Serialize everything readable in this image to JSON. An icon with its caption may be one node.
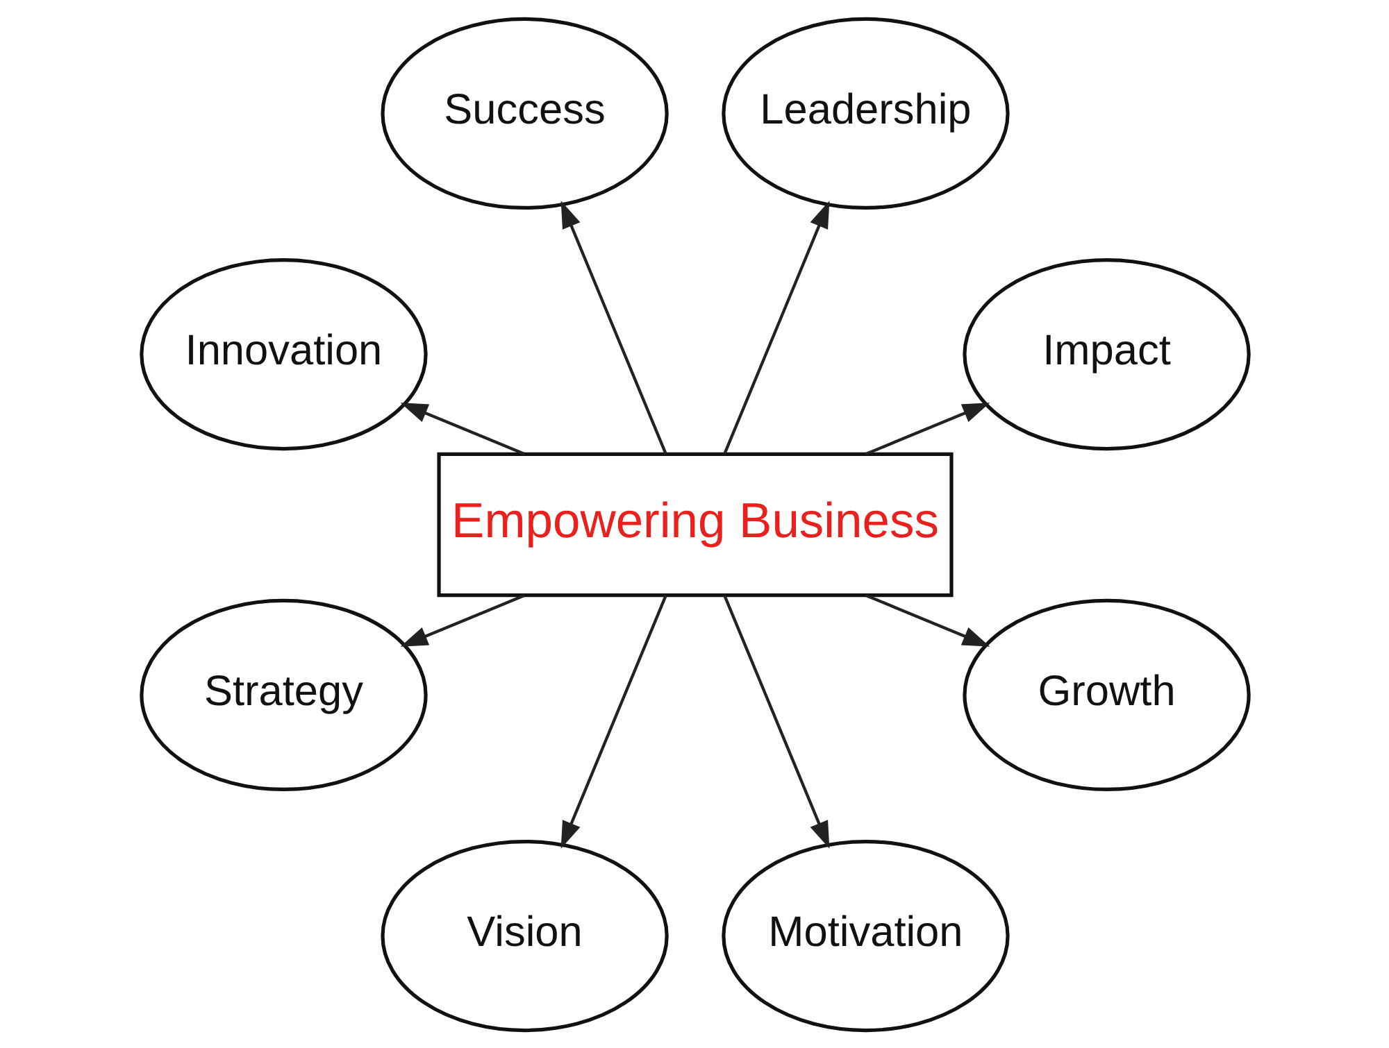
{
  "diagram": {
    "nodes": [
      {
        "text": [
          "Empowering Business"
        ]
      },
      {
        "text": [
          "Impact"
        ]
      },
      {
        "text": [
          "Leadership"
        ]
      },
      {
        "text": [
          "Success"
        ]
      },
      {
        "text": [
          "Innovation"
        ]
      },
      {
        "text": [
          "Strategy"
        ]
      },
      {
        "text": [
          "Vision"
        ]
      },
      {
        "text": [
          "Motivation"
        ]
      },
      {
        "text": [
          "Growth"
        ]
      }
    ],
    "edges": [
      {
        "from": 0,
        "to": 1,
        "arrow": "to"
      },
      {
        "from": 0,
        "to": 2,
        "arrow": "to"
      },
      {
        "from": 0,
        "to": 3,
        "arrow": "to"
      },
      {
        "from": 0,
        "to": 4,
        "arrow": "to"
      },
      {
        "from": 0,
        "to": 5,
        "arrow": "to"
      },
      {
        "from": 0,
        "to": 6,
        "arrow": "to"
      },
      {
        "from": 0,
        "to": 7,
        "arrow": "to"
      },
      {
        "from": 0,
        "to": 8,
        "arrow": "to"
      }
    ]
  }
}
